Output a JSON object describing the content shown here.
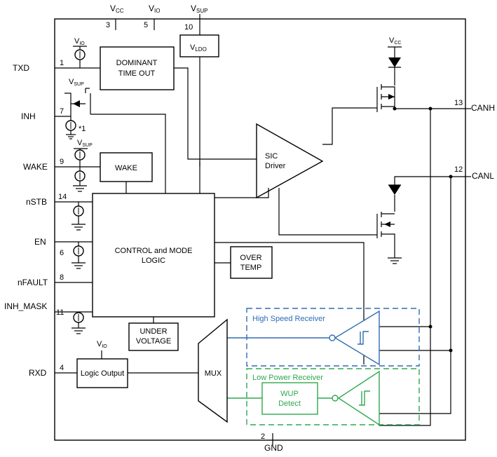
{
  "top_pins": {
    "vcc": {
      "label": "V",
      "sub": "CC",
      "num": "3"
    },
    "vio": {
      "label": "V",
      "sub": "IO",
      "num": "5"
    },
    "vsup": {
      "label": "V",
      "sub": "SUP",
      "num": "10"
    }
  },
  "left_pins": [
    {
      "label": "TXD",
      "num": "1"
    },
    {
      "label": "INH",
      "num": "7"
    },
    {
      "label": "WAKE",
      "num": "9"
    },
    {
      "label": "nSTB",
      "num": "14"
    },
    {
      "label": "EN",
      "num": "6"
    },
    {
      "label": "nFAULT",
      "num": "8"
    },
    {
      "label": "INH_MASK",
      "num": "11"
    },
    {
      "label": "RXD",
      "num": "4"
    }
  ],
  "right_pins": [
    {
      "label": "CANH",
      "num": "13"
    },
    {
      "label": "CANL",
      "num": "12"
    }
  ],
  "bottom_pin": {
    "label": "GND",
    "num": "2"
  },
  "blocks": {
    "dominant_timeout": [
      "DOMINANT",
      "TIME OUT"
    ],
    "vldo": {
      "label": "V",
      "sub": "LDO"
    },
    "wake": "WAKE",
    "control": [
      "CONTROL and MODE",
      "LOGIC"
    ],
    "over_temp": [
      "OVER",
      "TEMP"
    ],
    "under_voltage": [
      "UNDER",
      "VOLTAGE"
    ],
    "logic_output": "Logic Output",
    "mux": "MUX",
    "sic_driver": [
      "SIC",
      "Driver"
    ],
    "wup_detect": [
      "WUP",
      "Detect"
    ]
  },
  "receivers": {
    "high_speed": "High Speed Receiver",
    "low_power": "Low Power Receiver"
  },
  "supply_labels": {
    "vio_txd": {
      "label": "V",
      "sub": "IO"
    },
    "vsup_inh": {
      "label": "V",
      "sub": "SUP"
    },
    "vsup_wake": {
      "label": "V",
      "sub": "SUP"
    },
    "vcc_canh": {
      "label": "V",
      "sub": "CC"
    },
    "vio_rxd": {
      "label": "V",
      "sub": "IO"
    }
  },
  "footnote": "*1",
  "colors": {
    "blue": "#2e6db4",
    "green": "#2ea84e"
  }
}
